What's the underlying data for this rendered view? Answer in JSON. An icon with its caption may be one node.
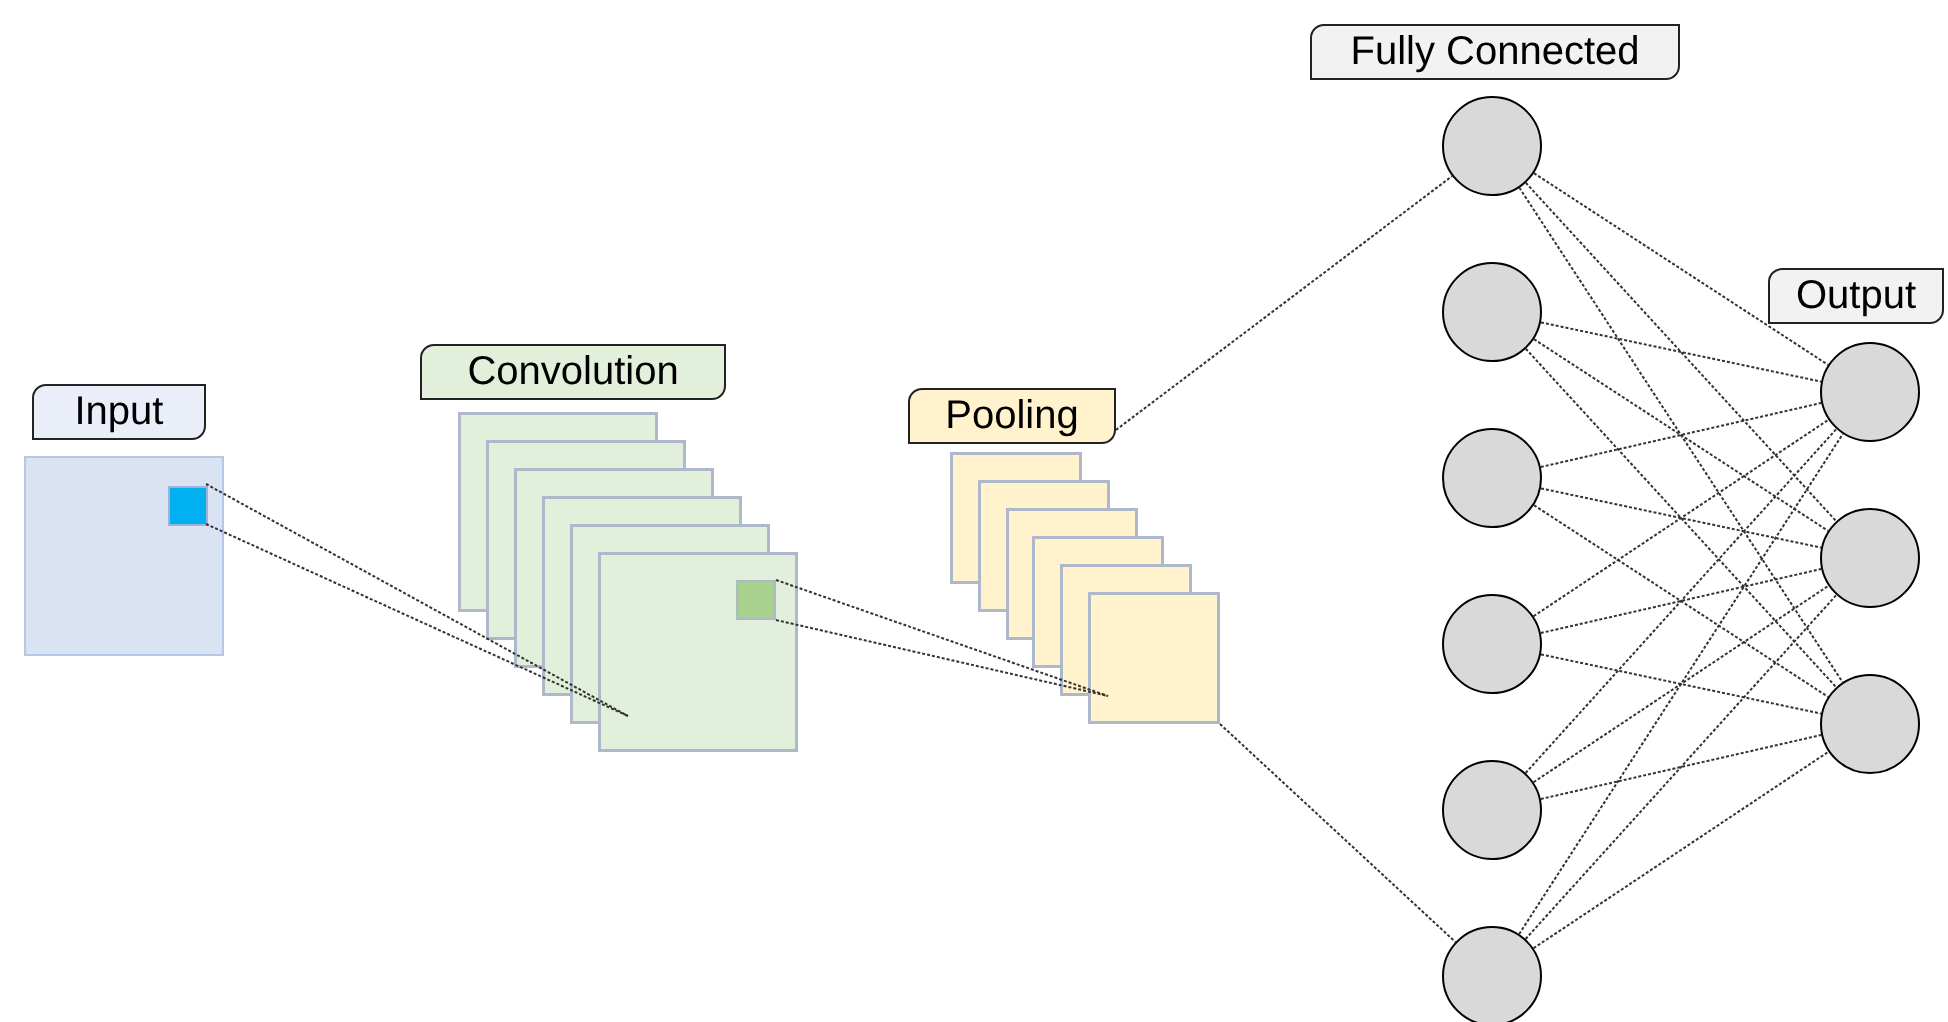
{
  "diagram": {
    "nodes": [
      {
        "text": [
          "Input"
        ]
      },
      {
        "text": [],
        "shape": "box"
      },
      {
        "text": [],
        "shape": "box",
        "in": 1
      },
      {
        "text": [
          "Convolution"
        ]
      },
      {
        "text": [],
        "shape": "box"
      },
      {
        "text": [],
        "shape": "box",
        "in": 4
      },
      {
        "text": [
          "Pooling"
        ]
      },
      {
        "text": [],
        "shape": "box"
      },
      {
        "text": [
          "Fully Connected"
        ]
      },
      {
        "text": [],
        "shape": "circle"
      },
      {
        "text": [],
        "shape": "circle"
      },
      {
        "text": [],
        "shape": "circle"
      },
      {
        "text": [],
        "shape": "circle"
      },
      {
        "text": [],
        "shape": "circle"
      },
      {
        "text": [],
        "shape": "circle"
      },
      {
        "text": [
          "Output"
        ]
      },
      {
        "text": [],
        "shape": "circle"
      },
      {
        "text": [],
        "shape": "circle"
      },
      {
        "text": [],
        "shape": "circle"
      }
    ],
    "edges": [
      {
        "from": 2,
        "to": 4,
        "arrow": "none",
        "style": "dashed"
      },
      {
        "from": 2,
        "to": 4,
        "arrow": "none",
        "style": "dashed"
      },
      {
        "from": 5,
        "to": 7,
        "arrow": "none",
        "style": "dashed"
      },
      {
        "from": 5,
        "to": 7,
        "arrow": "none",
        "style": "dashed"
      },
      {
        "from": 6,
        "to": 9,
        "arrow": "none",
        "style": "dashed"
      },
      {
        "from": 7,
        "to": 14,
        "arrow": "none",
        "style": "dashed"
      },
      {
        "from": 9,
        "to": 16,
        "arrow": "none",
        "style": "dashed"
      },
      {
        "from": 9,
        "to": 17,
        "arrow": "none",
        "style": "dashed"
      },
      {
        "from": 9,
        "to": 18,
        "arrow": "none",
        "style": "dashed"
      },
      {
        "from": 10,
        "to": 16,
        "arrow": "none",
        "style": "dashed"
      },
      {
        "from": 10,
        "to": 17,
        "arrow": "none",
        "style": "dashed"
      },
      {
        "from": 10,
        "to": 18,
        "arrow": "none",
        "style": "dashed"
      },
      {
        "from": 11,
        "to": 16,
        "arrow": "none",
        "style": "dashed"
      },
      {
        "from": 11,
        "to": 17,
        "arrow": "none",
        "style": "dashed"
      },
      {
        "from": 11,
        "to": 18,
        "arrow": "none",
        "style": "dashed"
      },
      {
        "from": 12,
        "to": 16,
        "arrow": "none",
        "style": "dashed"
      },
      {
        "from": 12,
        "to": 17,
        "arrow": "none",
        "style": "dashed"
      },
      {
        "from": 12,
        "to": 18,
        "arrow": "none",
        "style": "dashed"
      },
      {
        "from": 13,
        "to": 16,
        "arrow": "none",
        "style": "dashed"
      },
      {
        "from": 13,
        "to": 17,
        "arrow": "none",
        "style": "dashed"
      },
      {
        "from": 13,
        "to": 18,
        "arrow": "none",
        "style": "dashed"
      },
      {
        "from": 14,
        "to": 16,
        "arrow": "none",
        "style": "dashed"
      },
      {
        "from": 14,
        "to": 17,
        "arrow": "none",
        "style": "dashed"
      },
      {
        "from": 14,
        "to": 18,
        "arrow": "none",
        "style": "dashed"
      }
    ]
  }
}
